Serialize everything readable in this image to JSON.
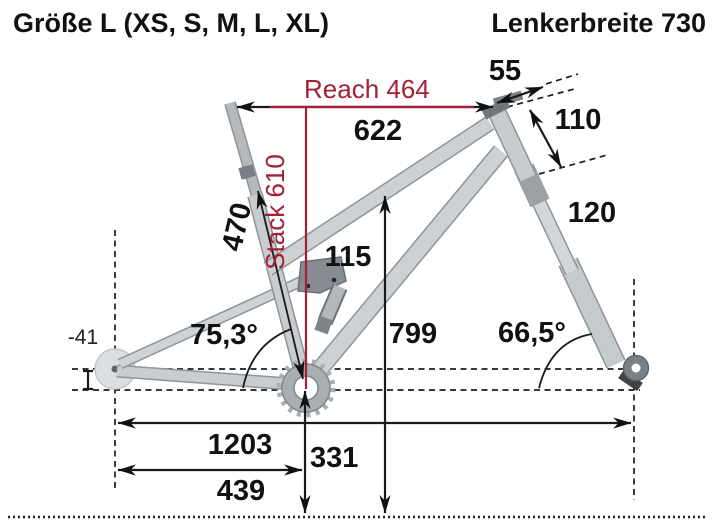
{
  "header": {
    "size_label": "Größe L (XS, S, M, L, XL)",
    "handlebar_label": "Lenkerbreite 730"
  },
  "geometry": {
    "reach_label": "Reach 464",
    "stack_label": "Stack 610",
    "top_tube_horizontal": "622",
    "stem_length": "55",
    "head_tube_length": "110",
    "fork_travel": "120",
    "rear_travel": "115",
    "standover_height": "799",
    "seat_tube_length": "470",
    "seat_tube_angle": "75,3°",
    "head_tube_angle": "66,5°",
    "bb_drop": "-41",
    "wheelbase": "1203",
    "chainstay_length": "439",
    "bb_height": "331"
  },
  "colors": {
    "accent_red": "#a32036",
    "line_black": "#1a1a1a",
    "frame_light": "#c9cdd0",
    "frame_mid": "#a9aeb2",
    "frame_dark": "#7d8387"
  }
}
